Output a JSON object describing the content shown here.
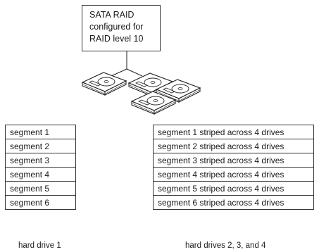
{
  "callout": {
    "lines": [
      "SATA RAID",
      "configured for",
      "RAID level 10"
    ]
  },
  "left_table": {
    "rows": [
      "segment 1",
      "segment 2",
      "segment 3",
      "segment 4",
      "segment 5",
      "segment 6"
    ]
  },
  "right_table": {
    "rows": [
      "segment 1 striped across 4 drives",
      "segment 2 striped across 4 drives",
      "segment 3 striped across 4 drives",
      "segment 4 striped across 4 drives",
      "segment 5 striped across 4 drives",
      "segment 6 striped across 4 drives"
    ]
  },
  "captions": {
    "left": "hard drive 1",
    "right": "hard drives 2, 3, and 4"
  }
}
